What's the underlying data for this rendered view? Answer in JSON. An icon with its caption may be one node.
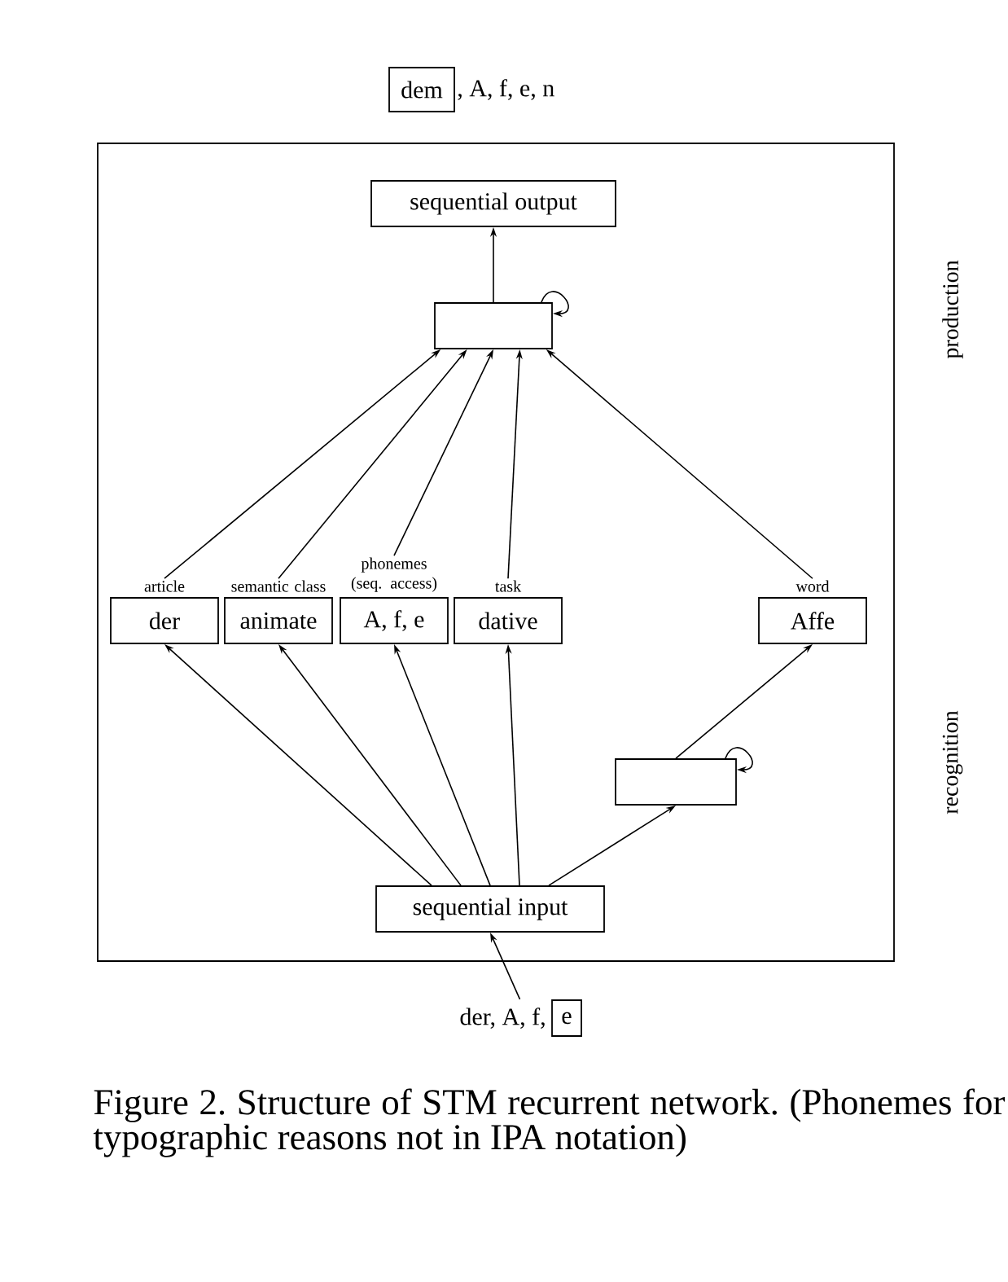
{
  "diagram": {
    "caption": "Figure 2. Structure of STM recurrent network. (Phonemes for typographic reasons not in IPA notation)",
    "nodes": [
      {
        "text": [],
        "shape": "box"
      },
      {
        "text": [
          "dem"
        ],
        "beside": [
          ", A, f, e, n"
        ]
      },
      {
        "text": [
          "sequential output"
        ],
        "in": 0
      },
      {
        "text": [],
        "shape": "box",
        "in": 0
      },
      {
        "text": [
          "der"
        ],
        "beside": [
          "article"
        ],
        "in": 0
      },
      {
        "text": [
          "animate"
        ],
        "beside": [
          "semantic class"
        ],
        "in": 0
      },
      {
        "text": [
          "A, f, e"
        ],
        "beside": [
          "phonemes (seq. access)"
        ],
        "in": 0
      },
      {
        "text": [
          "dative"
        ],
        "beside": [
          "task"
        ],
        "in": 0
      },
      {
        "text": [
          "Affe"
        ],
        "beside": [
          "word"
        ],
        "in": 0
      },
      {
        "text": [],
        "shape": "box",
        "in": 0
      },
      {
        "text": [
          "sequential input"
        ],
        "in": 0
      },
      {
        "text": [
          "e"
        ],
        "beside": [
          "der, A, f,"
        ]
      }
    ],
    "edges": [
      {
        "from": 3,
        "to": 2,
        "arrow": "to"
      },
      {
        "from": 3,
        "to": 3,
        "arrow": "to"
      },
      {
        "from": 4,
        "to": 3,
        "arrow": "to"
      },
      {
        "from": 5,
        "to": 3,
        "arrow": "to"
      },
      {
        "from": 6,
        "to": 3,
        "arrow": "to"
      },
      {
        "from": 7,
        "to": 3,
        "arrow": "to"
      },
      {
        "from": 8,
        "to": 3,
        "arrow": "to"
      },
      {
        "from": 10,
        "to": 4,
        "arrow": "to"
      },
      {
        "from": 10,
        "to": 5,
        "arrow": "to"
      },
      {
        "from": 10,
        "to": 6,
        "arrow": "to"
      },
      {
        "from": 10,
        "to": 7,
        "arrow": "to"
      },
      {
        "from": 10,
        "to": 9,
        "arrow": "to"
      },
      {
        "from": 9,
        "to": 9,
        "arrow": "to"
      },
      {
        "from": 9,
        "to": 8,
        "arrow": "to"
      },
      {
        "from": 11,
        "to": 10,
        "arrow": "to"
      }
    ],
    "labels": [
      "production",
      "recognition"
    ]
  }
}
